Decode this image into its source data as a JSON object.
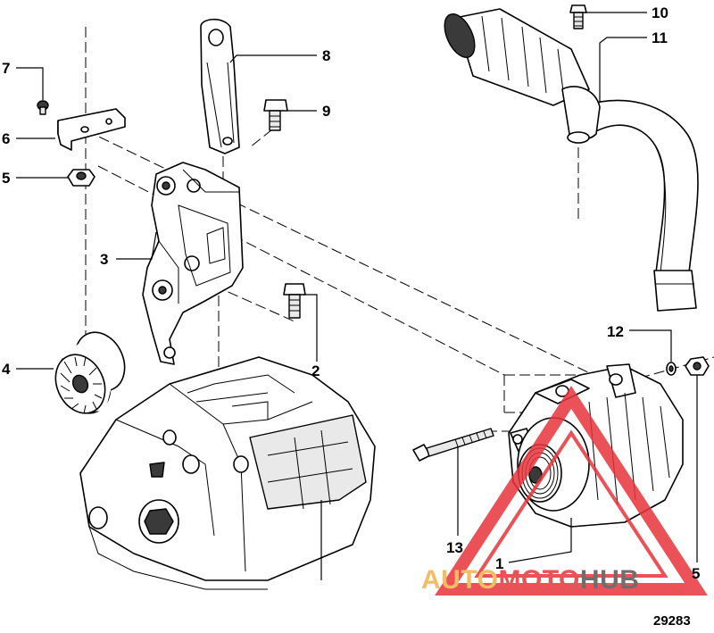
{
  "diagram": {
    "figure_number": "29283",
    "callouts": [
      {
        "id": "c1",
        "label": "1"
      },
      {
        "id": "c2",
        "label": "2"
      },
      {
        "id": "c3",
        "label": "3"
      },
      {
        "id": "c4",
        "label": "4"
      },
      {
        "id": "c5a",
        "label": "5"
      },
      {
        "id": "c5b",
        "label": "5"
      },
      {
        "id": "c6",
        "label": "6"
      },
      {
        "id": "c7",
        "label": "7"
      },
      {
        "id": "c8",
        "label": "8"
      },
      {
        "id": "c9",
        "label": "9"
      },
      {
        "id": "c10",
        "label": "10"
      },
      {
        "id": "c11",
        "label": "11"
      },
      {
        "id": "c12",
        "label": "12"
      },
      {
        "id": "c13",
        "label": "13"
      }
    ]
  },
  "watermark": {
    "part1": "AUTO",
    "part2": "MOTO",
    "part3": "HUB",
    "color_orange": "#f2b24a",
    "color_red": "#e8343c",
    "color_dark": "#555555"
  }
}
